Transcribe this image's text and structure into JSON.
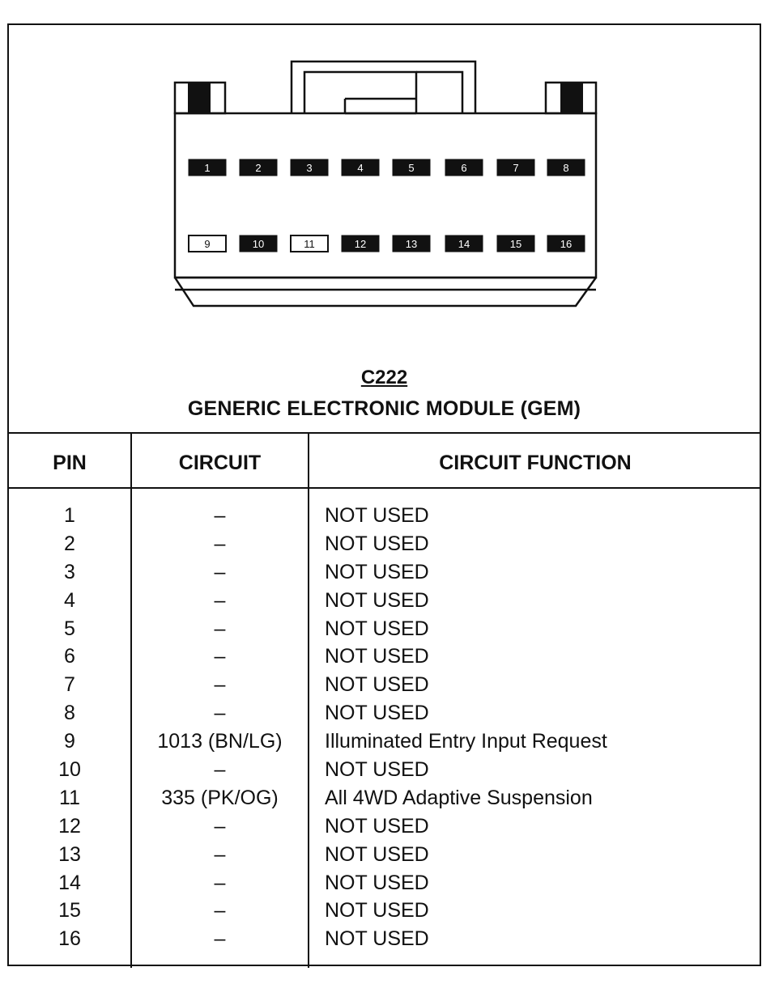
{
  "connector": {
    "id": "C222",
    "name": "GENERIC ELECTRONIC MODULE (GEM)",
    "cavities": [
      {
        "pin": "1",
        "filled": true
      },
      {
        "pin": "2",
        "filled": true
      },
      {
        "pin": "3",
        "filled": true
      },
      {
        "pin": "4",
        "filled": true
      },
      {
        "pin": "5",
        "filled": true
      },
      {
        "pin": "6",
        "filled": true
      },
      {
        "pin": "7",
        "filled": true
      },
      {
        "pin": "8",
        "filled": true
      },
      {
        "pin": "9",
        "filled": false
      },
      {
        "pin": "10",
        "filled": true
      },
      {
        "pin": "11",
        "filled": false
      },
      {
        "pin": "12",
        "filled": true
      },
      {
        "pin": "13",
        "filled": true
      },
      {
        "pin": "14",
        "filled": true
      },
      {
        "pin": "15",
        "filled": true
      },
      {
        "pin": "16",
        "filled": true
      }
    ]
  },
  "table": {
    "headers": {
      "pin": "PIN",
      "circuit": "CIRCUIT",
      "function": "CIRCUIT FUNCTION"
    },
    "rows": [
      {
        "pin": "1",
        "circuit": "–",
        "function": "NOT USED"
      },
      {
        "pin": "2",
        "circuit": "–",
        "function": "NOT USED"
      },
      {
        "pin": "3",
        "circuit": "–",
        "function": "NOT USED"
      },
      {
        "pin": "4",
        "circuit": "–",
        "function": "NOT USED"
      },
      {
        "pin": "5",
        "circuit": "–",
        "function": "NOT USED"
      },
      {
        "pin": "6",
        "circuit": "–",
        "function": "NOT USED"
      },
      {
        "pin": "7",
        "circuit": "–",
        "function": "NOT USED"
      },
      {
        "pin": "8",
        "circuit": "–",
        "function": "NOT USED"
      },
      {
        "pin": "9",
        "circuit": "1013 (BN/LG)",
        "function": "Illuminated Entry Input Request"
      },
      {
        "pin": "10",
        "circuit": "–",
        "function": "NOT USED"
      },
      {
        "pin": "11",
        "circuit": "335 (PK/OG)",
        "function": "All  4WD Adaptive Suspension"
      },
      {
        "pin": "12",
        "circuit": "–",
        "function": "NOT USED"
      },
      {
        "pin": "13",
        "circuit": "–",
        "function": "NOT USED"
      },
      {
        "pin": "14",
        "circuit": "–",
        "function": "NOT USED"
      },
      {
        "pin": "15",
        "circuit": "–",
        "function": "NOT USED"
      },
      {
        "pin": "16",
        "circuit": "–",
        "function": "NOT USED"
      }
    ]
  },
  "colors": {
    "ink": "#111111",
    "paper": "#ffffff"
  }
}
